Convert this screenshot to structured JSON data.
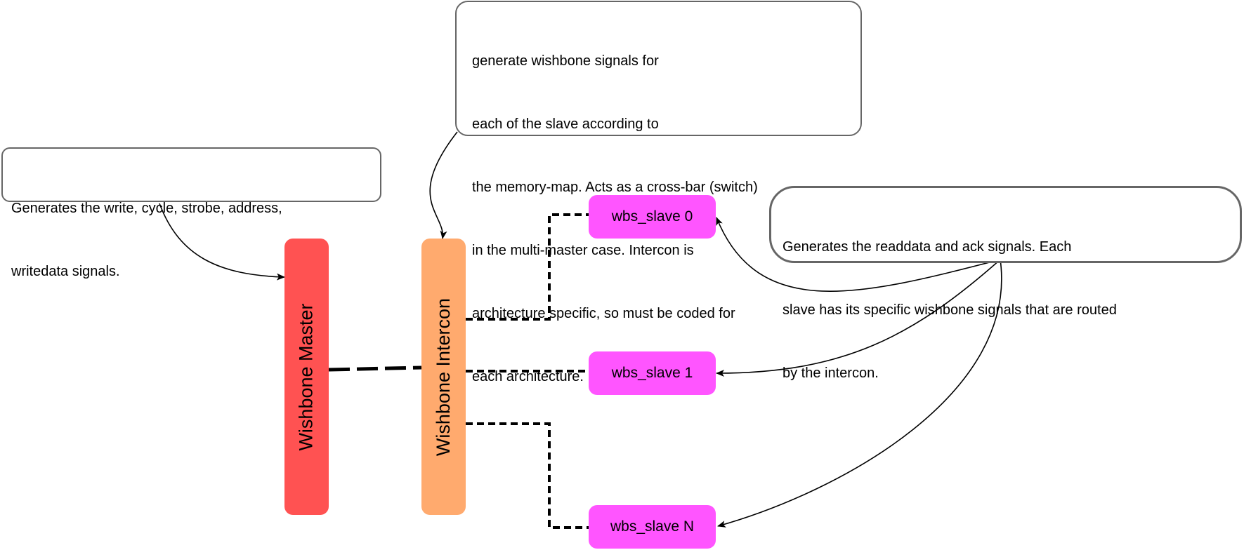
{
  "notes": {
    "master": {
      "lines": [
        "Generates the write, cycle, strobe, address,",
        "writedata signals."
      ]
    },
    "intercon": {
      "lines": [
        "generate wishbone signals for",
        "each of the slave according to",
        "the memory-map. Acts as a cross-bar (switch)",
        "in the multi-master case. Intercon is",
        "architecture specific, so must be coded for",
        "each architecture."
      ]
    },
    "slaves": {
      "lines": [
        "Generates the readdata and ack signals. Each",
        "slave has its specific wishbone signals that are routed",
        "by the intercon."
      ]
    }
  },
  "blocks": {
    "master": {
      "label": "Wishbone Master",
      "color": "#ff5252"
    },
    "intercon": {
      "label": "Wishbone Intercon",
      "color": "#ffaa6e"
    }
  },
  "slaves": [
    {
      "label": "wbs_slave 0"
    },
    {
      "label": "wbs_slave 1"
    },
    {
      "label": "wbs_slave N"
    }
  ],
  "colors": {
    "slave": "#ff55ff",
    "connector": "#000000",
    "note_border": "#666666"
  }
}
